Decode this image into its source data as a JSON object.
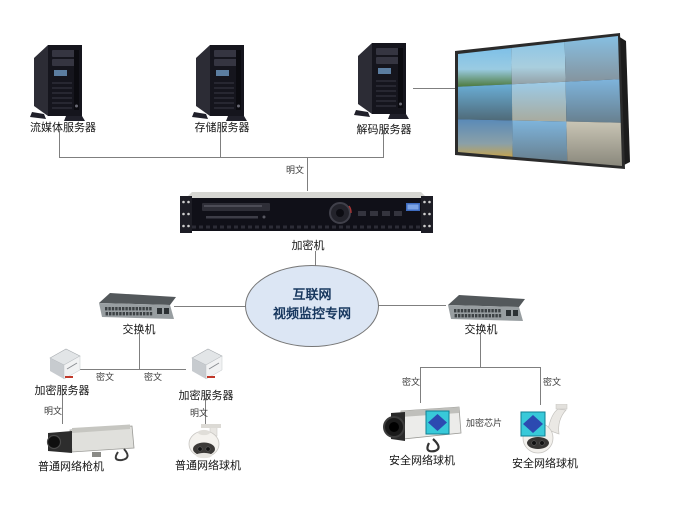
{
  "diagram": {
    "nodes": {
      "streaming_server": {
        "label": "流媒体服务器"
      },
      "storage_server": {
        "label": "存储服务器"
      },
      "decoding_server": {
        "label": "解码服务器"
      },
      "encryption_machine": {
        "label": "加密机"
      },
      "network_cloud": {
        "label_line1": "互联网",
        "label_line2": "视频监控专网"
      },
      "switch_left": {
        "label": "交换机"
      },
      "switch_right": {
        "label": "交换机"
      },
      "encryption_server_left": {
        "label": "加密服务器"
      },
      "encryption_server_right": {
        "label": "加密服务器"
      },
      "plain_gun_camera": {
        "label": "普通网络枪机"
      },
      "plain_dome_camera": {
        "label": "普通网络球机"
      },
      "secure_gun_camera": {
        "label": "安全网络球机"
      },
      "secure_dome_camera": {
        "label": "安全网络球机"
      },
      "encryption_chip_note": {
        "label": "加密芯片"
      }
    },
    "link_labels": {
      "plaintext": "明文",
      "ciphertext": "密文"
    },
    "colors": {
      "line": "#7f7f7f",
      "cloud_fill": "#dce6f4",
      "cloud_border": "#767676",
      "cloud_text": "#17375e",
      "label_text": "#141414",
      "chip_fill": "#38c9d9",
      "chip_diamond": "#2b3fae"
    }
  }
}
